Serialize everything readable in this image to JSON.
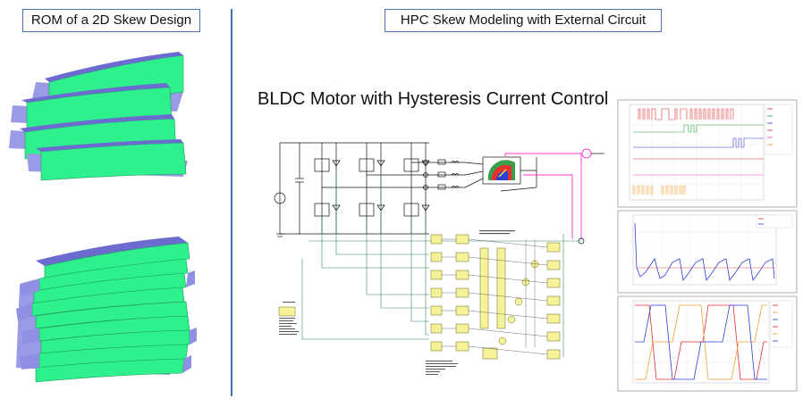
{
  "left_panel": {
    "title": "ROM of a 2D Skew Design",
    "model_colors": {
      "face": "#2ef08c",
      "side": "#8f8fe3",
      "top": "#6b6bd0"
    }
  },
  "right_panel": {
    "title": "HPC Skew Modeling with External Circuit",
    "schematic_title": "BLDC Motor with Hysteresis Current Control",
    "wire_colors": {
      "circuit": "#111111",
      "control": "#2a8c55",
      "sensor": "#ff33cc"
    },
    "plot_colors": [
      "#e0302e",
      "#22a83a",
      "#2a3fd6",
      "#ff33cc",
      "#f0a030"
    ]
  }
}
